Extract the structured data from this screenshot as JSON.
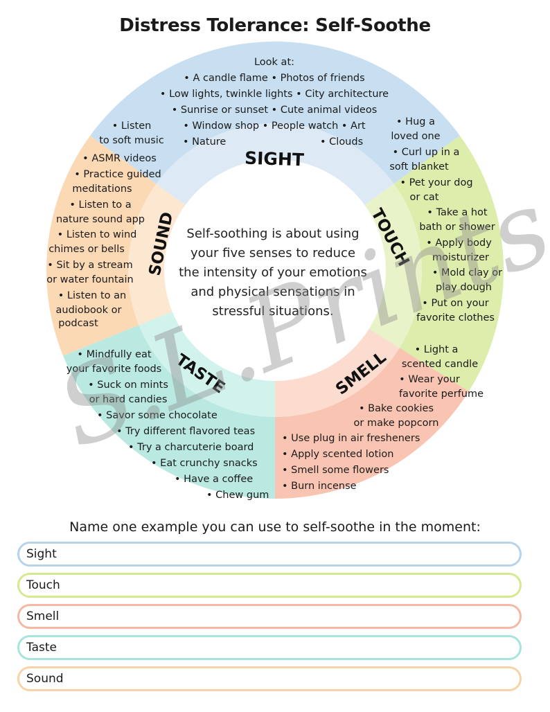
{
  "title": "Distress Tolerance: Self-Soothe",
  "center_text": "Self-soothing is about using your five senses to reduce the intensity of your emotions and physical sensations in stressful situations.",
  "watermark": "S.L.Prints",
  "colors": {
    "sight": "#c7dff0",
    "sight_inner": "#dde9f4",
    "touch": "#ddedac",
    "touch_inner": "#e9f3c9",
    "smell": "#f9c5b2",
    "smell_inner": "#fbdccf",
    "taste": "#b9e9e1",
    "taste_inner": "#d2f2ec",
    "sound": "#fbd9b5",
    "sound_inner": "#fce7d0"
  },
  "sight": {
    "label": "SIGHT",
    "intro": "Look at:",
    "lines": [
      "•  A candle flame  •  Photos of friends",
      "•  Low lights, twinkle lights  •  City architecture",
      "•  Sunrise or sunset  •  Cute animal videos",
      "•  Window shop  •  People watch  •  Art",
      "•  Nature",
      "•  Clouds"
    ]
  },
  "touch": {
    "label": "TOUCH",
    "lines": [
      "•  Hug a",
      "loved one",
      "•  Curl up in a",
      "soft blanket",
      "•  Pet your dog",
      "or cat",
      "•  Take a hot",
      "bath or shower",
      "•  Apply body",
      "moisturizer",
      "•  Mold clay or",
      "play dough",
      "•  Put on your",
      "favorite clothes"
    ]
  },
  "smell": {
    "label": "SMELL",
    "lines": [
      "•  Light a",
      "scented candle",
      "•  Wear your",
      "favorite perfume",
      "•  Bake cookies",
      "or make popcorn",
      "•  Use plug in air fresheners",
      "•  Apply scented lotion",
      "•  Smell some flowers",
      "•  Burn incense"
    ]
  },
  "taste": {
    "label": "TASTE",
    "lines": [
      "•  Mindfully eat",
      "your favorite foods",
      "•  Suck on mints",
      "or hard candies",
      "•  Savor some chocolate",
      "•  Try different flavored teas",
      "•  Try a charcuterie board",
      "•  Eat crunchy snacks",
      "•  Have a coffee",
      "•  Chew gum"
    ]
  },
  "sound": {
    "label": "SOUND",
    "lines": [
      "•  Listen",
      "to soft music",
      "•  ASMR videos",
      "•  Practice guided",
      "meditations",
      "•  Listen to a",
      "nature sound app",
      "•  Listen to wind",
      "chimes or bells",
      "•  Sit by a stream",
      "or water fountain",
      "•  Listen to an",
      "audiobook or",
      "podcast"
    ]
  },
  "prompt": "Name one example you can use to self-soothe in the moment:",
  "fields": [
    {
      "label": "Sight",
      "color": "#b5d3ea"
    },
    {
      "label": "Touch",
      "color": "#d5e98f"
    },
    {
      "label": "Smell",
      "color": "#f5b8a2"
    },
    {
      "label": "Taste",
      "color": "#a6e4dc"
    },
    {
      "label": "Sound",
      "color": "#f8d3a8"
    }
  ]
}
